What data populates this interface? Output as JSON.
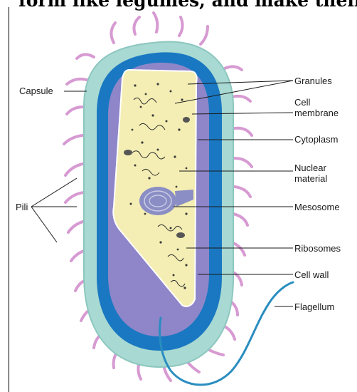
{
  "heading": "form like legumes, and make their o",
  "labels": {
    "capsule": "Capsule",
    "pili": "Pili",
    "granules": "Granules",
    "cell_membrane": "Cell\nmembrane",
    "cytoplasm": "Cytoplasm",
    "nuclear_material": "Nuclear\nmaterial",
    "mesosome": "Mesosome",
    "ribosomes": "Ribosomes",
    "cell_wall": "Cell wall",
    "flagellum": "Flagellum"
  },
  "colors": {
    "capsule": "#a8d9d2",
    "cell_wall": "#1a78c2",
    "inner_wall": "#8e86c9",
    "cytoplasm": "#f4eeb4",
    "pili": "#d79ad2",
    "flagellum": "#2a8dc0",
    "mesosome": "#8a8ec4"
  }
}
